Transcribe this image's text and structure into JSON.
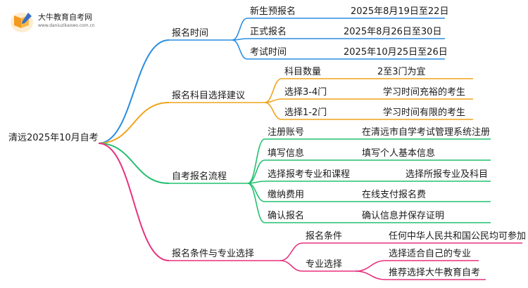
{
  "logo": {
    "title": "大牛教育自考网",
    "url": "www.daniuzikaowo.com.cn",
    "icon": "book-pen-logo"
  },
  "colors": {
    "blue": "#2b8de0",
    "orange": "#f0a41b",
    "green": "#22c06e",
    "pink": "#e8317d"
  },
  "mindmap": {
    "root": "清远2025年10月自考",
    "branches": [
      {
        "label": "报名时间",
        "items": [
          {
            "label": "新生预报名",
            "value": "2025年8月19日至22日"
          },
          {
            "label": "正式报名",
            "value": "2025年8月26日至30日"
          },
          {
            "label": "考试时间",
            "value": "2025年10月25日至26日"
          }
        ]
      },
      {
        "label": "报名科目选择建议",
        "items": [
          {
            "label": "科目数量",
            "value": "2至3门为宜"
          },
          {
            "label": "选择3-4门",
            "value": "学习时间充裕的考生"
          },
          {
            "label": "选择1-2门",
            "value": "学习时间有限的考生"
          }
        ]
      },
      {
        "label": "自考报名流程",
        "items": [
          {
            "label": "注册账号",
            "value": "在清远市自学考试管理系统注册"
          },
          {
            "label": "填写信息",
            "value": "填写个人基本信息"
          },
          {
            "label": "选择报考专业和课程",
            "value": "选择所报专业及科目"
          },
          {
            "label": "缴纳费用",
            "value": "在线支付报名费"
          },
          {
            "label": "确认报名",
            "value": "确认信息并保存证明"
          }
        ]
      },
      {
        "label": "报名条件与专业选择",
        "items": [
          {
            "label": "报名条件",
            "values": [
              "任何中华人民共和国公民均可参加"
            ]
          },
          {
            "label": "专业选择",
            "values": [
              "选择适合自己的专业",
              "推荐选择大牛教育自考"
            ]
          }
        ]
      }
    ]
  }
}
